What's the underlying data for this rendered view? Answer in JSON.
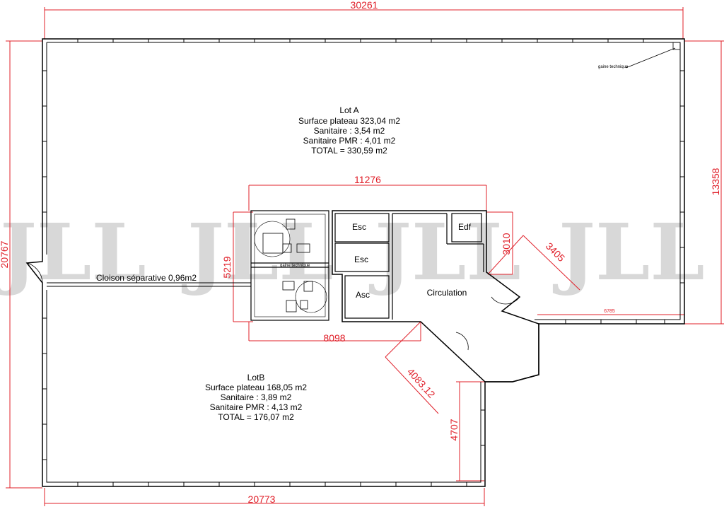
{
  "dimensions": {
    "top_width": "30261",
    "left_height": "20767",
    "right_height": "13358",
    "core_width": "11276",
    "core_height": "5219",
    "core_bottom_width": "8098",
    "edf_height": "3010",
    "diag_right": "3405",
    "diag_bottom": "4083,12",
    "right_notch_width": "6785",
    "lower_right_height": "4707",
    "bottom_width": "20773"
  },
  "lot_a": {
    "title": "Lot A",
    "surface": "Surface plateau 323,04 m2",
    "sanitaire": "Sanitaire : 3,54 m2",
    "sanitaire_pmr": "Sanitaire PMR : 4,01 m2",
    "total": "TOTAL = 330,59 m2"
  },
  "lot_b": {
    "title": "LotB",
    "surface": "Surface plateau 168,05 m2",
    "sanitaire": "Sanitaire : 3,89 m2",
    "sanitaire_pmr": "Sanitaire PMR : 4,13 m2",
    "total": "TOTAL = 176,07 m2"
  },
  "rooms": {
    "esc_top": "Esc",
    "esc_bottom": "Esc",
    "asc": "Asc",
    "edf": "Edf",
    "circulation": "Circulation",
    "cloison": "Cloison séparative 0,96m2",
    "gaine_top": "gaine technique",
    "gaine_core": "gaine technique"
  },
  "watermark": "JLL",
  "colors": {
    "dimension": "#e0202a",
    "wall": "#000000",
    "watermark": "#d8d8d8"
  }
}
